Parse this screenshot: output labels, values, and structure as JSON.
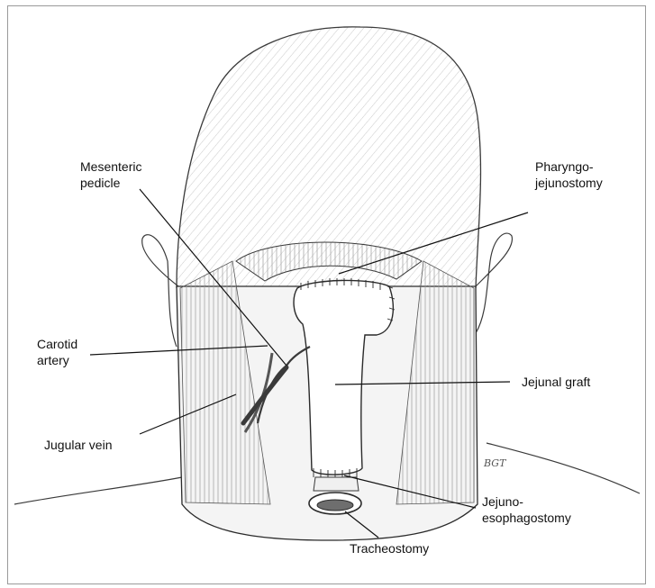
{
  "labels": {
    "mesenteric": {
      "line1": "Mesenteric",
      "line2": "pedicle"
    },
    "pharyngo": {
      "line1": "Pharyngo-",
      "line2": "jejunostomy"
    },
    "carotid": {
      "line1": "Carotid",
      "line2": "artery"
    },
    "jejunal_graft": "Jejunal graft",
    "jugular": "Jugular vein",
    "jejuno": {
      "line1": "Jejuno-",
      "line2": "esophagostomy"
    },
    "tracheostomy": "Tracheostomy"
  },
  "signature": "BGT",
  "colors": {
    "ink": "#2a2a2a",
    "leader": "#111111",
    "frame": "#9a9a9a"
  }
}
